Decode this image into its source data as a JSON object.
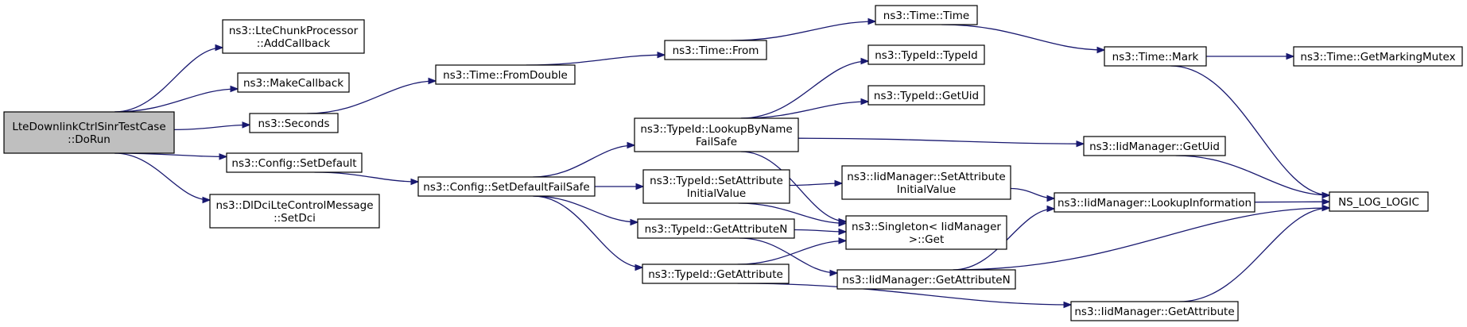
{
  "nodes": [
    {
      "id": "root",
      "lines": [
        "LteDownlinkCtrlSinrTestCase",
        "::DoRun"
      ],
      "root": true
    },
    {
      "id": "addcb",
      "lines": [
        "ns3::LteChunkProcessor",
        "::AddCallback"
      ]
    },
    {
      "id": "mkcb",
      "lines": [
        "ns3::MakeCallback"
      ]
    },
    {
      "id": "secs",
      "lines": [
        "ns3::Seconds"
      ]
    },
    {
      "id": "cfgsd",
      "lines": [
        "ns3::Config::SetDefault"
      ]
    },
    {
      "id": "setdci",
      "lines": [
        "ns3::DlDciLteControlMessage",
        "::SetDci"
      ]
    },
    {
      "id": "fromd",
      "lines": [
        "ns3::Time::FromDouble"
      ]
    },
    {
      "id": "cfgfs",
      "lines": [
        "ns3::Config::SetDefaultFailSafe"
      ]
    },
    {
      "id": "from",
      "lines": [
        "ns3::Time::From"
      ]
    },
    {
      "id": "lkup",
      "lines": [
        "ns3::TypeId::LookupByName",
        "FailSafe"
      ]
    },
    {
      "id": "setiv",
      "lines": [
        "ns3::TypeId::SetAttribute",
        "InitialValue"
      ]
    },
    {
      "id": "gattn",
      "lines": [
        "ns3::TypeId::GetAttributeN"
      ]
    },
    {
      "id": "gatt",
      "lines": [
        "ns3::TypeId::GetAttribute"
      ]
    },
    {
      "id": "time",
      "lines": [
        "ns3::Time::Time"
      ]
    },
    {
      "id": "tid",
      "lines": [
        "ns3::TypeId::TypeId"
      ]
    },
    {
      "id": "guid",
      "lines": [
        "ns3::TypeId::GetUid"
      ]
    },
    {
      "id": "imsiv",
      "lines": [
        "ns3::IidManager::SetAttribute",
        "InitialValue"
      ]
    },
    {
      "id": "sing",
      "lines": [
        "ns3::Singleton< IidManager",
        ">::Get"
      ]
    },
    {
      "id": "imgn",
      "lines": [
        "ns3::IidManager::GetAttributeN"
      ]
    },
    {
      "id": "mark",
      "lines": [
        "ns3::Time::Mark"
      ]
    },
    {
      "id": "imguid",
      "lines": [
        "ns3::IidManager::GetUid"
      ]
    },
    {
      "id": "imli",
      "lines": [
        "ns3::IidManager::LookupInformation"
      ]
    },
    {
      "id": "imga",
      "lines": [
        "ns3::IidManager::GetAttribute"
      ]
    },
    {
      "id": "mutex",
      "lines": [
        "ns3::Time::GetMarkingMutex"
      ]
    },
    {
      "id": "nslog",
      "lines": [
        "NS_LOG_LOGIC"
      ]
    }
  ],
  "edges": [
    [
      "root",
      "addcb"
    ],
    [
      "root",
      "mkcb"
    ],
    [
      "root",
      "secs"
    ],
    [
      "root",
      "cfgsd"
    ],
    [
      "root",
      "setdci"
    ],
    [
      "secs",
      "fromd"
    ],
    [
      "fromd",
      "from"
    ],
    [
      "from",
      "time"
    ],
    [
      "time",
      "mark"
    ],
    [
      "mark",
      "mutex"
    ],
    [
      "mark",
      "nslog"
    ],
    [
      "cfgsd",
      "cfgfs"
    ],
    [
      "cfgfs",
      "lkup"
    ],
    [
      "cfgfs",
      "setiv"
    ],
    [
      "cfgfs",
      "gattn"
    ],
    [
      "cfgfs",
      "gatt"
    ],
    [
      "lkup",
      "tid"
    ],
    [
      "lkup",
      "guid"
    ],
    [
      "lkup",
      "imguid"
    ],
    [
      "lkup",
      "sing"
    ],
    [
      "setiv",
      "imsiv"
    ],
    [
      "setiv",
      "sing"
    ],
    [
      "imsiv",
      "imli"
    ],
    [
      "gattn",
      "sing"
    ],
    [
      "gattn",
      "imgn"
    ],
    [
      "gatt",
      "sing"
    ],
    [
      "gatt",
      "imga"
    ],
    [
      "imguid",
      "nslog"
    ],
    [
      "imli",
      "nslog"
    ],
    [
      "imgn",
      "imli"
    ],
    [
      "imgn",
      "nslog"
    ],
    [
      "imga",
      "nslog"
    ]
  ]
}
